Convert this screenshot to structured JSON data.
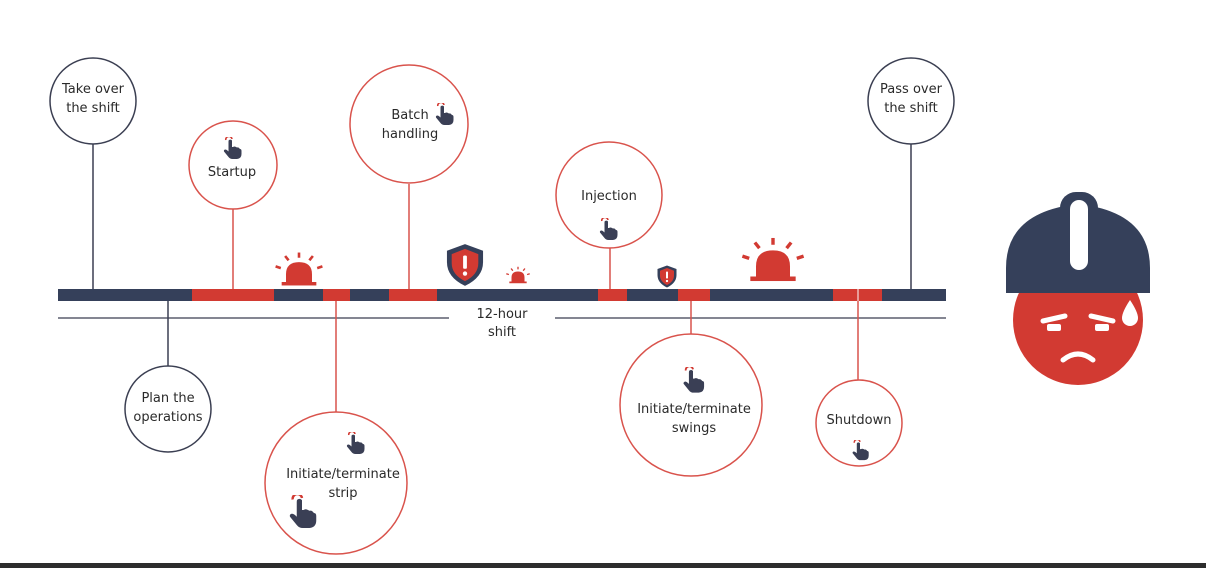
{
  "colors": {
    "navy": "#35405a",
    "red": "#d23a32",
    "ring_red": "#d9534c",
    "ring_navy": "#3b3f52",
    "text": "#2a2a2a"
  },
  "timeline": {
    "label_line1": "12-hour",
    "label_line2": "shift",
    "red_fraction": 0.355
  },
  "activities": [
    {
      "id": "take-over",
      "line1": "Take over",
      "line2": "the shift",
      "kind": "manual",
      "hand_icon": false
    },
    {
      "id": "startup",
      "line1": "Startup",
      "line2": "",
      "kind": "automated",
      "hand_icon": true
    },
    {
      "id": "batch",
      "line1": "Batch",
      "line2": "handling",
      "kind": "automated",
      "hand_icon": true
    },
    {
      "id": "injection",
      "line1": "Injection",
      "line2": "",
      "kind": "automated",
      "hand_icon": true
    },
    {
      "id": "pass-over",
      "line1": "Pass over",
      "line2": "the shift",
      "kind": "manual",
      "hand_icon": false
    },
    {
      "id": "plan",
      "line1": "Plan the",
      "line2": "operations",
      "kind": "manual",
      "hand_icon": false
    },
    {
      "id": "strip",
      "line1": "Initiate/terminate",
      "line2": "strip",
      "kind": "automated",
      "hand_icon": true
    },
    {
      "id": "swings",
      "line1": "Initiate/terminate",
      "line2": "swings",
      "kind": "automated",
      "hand_icon": true
    },
    {
      "id": "shutdown",
      "line1": "Shutdown",
      "line2": "",
      "kind": "automated",
      "hand_icon": true
    }
  ],
  "alerts": [
    {
      "id": "alarm-1",
      "icon": "siren-icon"
    },
    {
      "id": "shield-1",
      "icon": "shield-alert-icon"
    },
    {
      "id": "alarm-2",
      "icon": "siren-icon"
    },
    {
      "id": "shield-2",
      "icon": "shield-alert-icon"
    },
    {
      "id": "alarm-3",
      "icon": "siren-icon"
    }
  ],
  "worker": {
    "icon": "stressed-worker-hardhat-icon"
  }
}
